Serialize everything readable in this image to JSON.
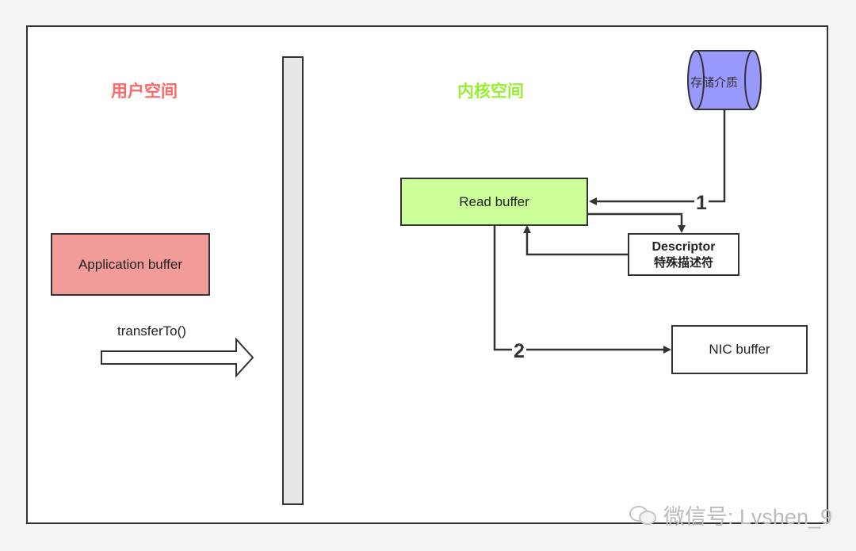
{
  "titles": {
    "user_space": "用户空间",
    "kernel_space": "内核空间"
  },
  "boxes": {
    "application_buffer": "Application buffer",
    "read_buffer": "Read buffer",
    "descriptor": "Descriptor",
    "descriptor_cn": "特殊描述符",
    "nic_buffer": "NIC buffer",
    "storage": "存储介质"
  },
  "arrow_label": "transferTo()",
  "steps": {
    "one": "1",
    "two": "2"
  },
  "watermark": "微信号: Lvshen_9",
  "colors": {
    "user_title": "#ff6666",
    "kernel_title": "#99ee33",
    "app_buffer_fill": "#f19c99",
    "read_buffer_fill": "#ccff99",
    "storage_fill": "#9999ff",
    "divider_fill": "#e6e6e6"
  }
}
